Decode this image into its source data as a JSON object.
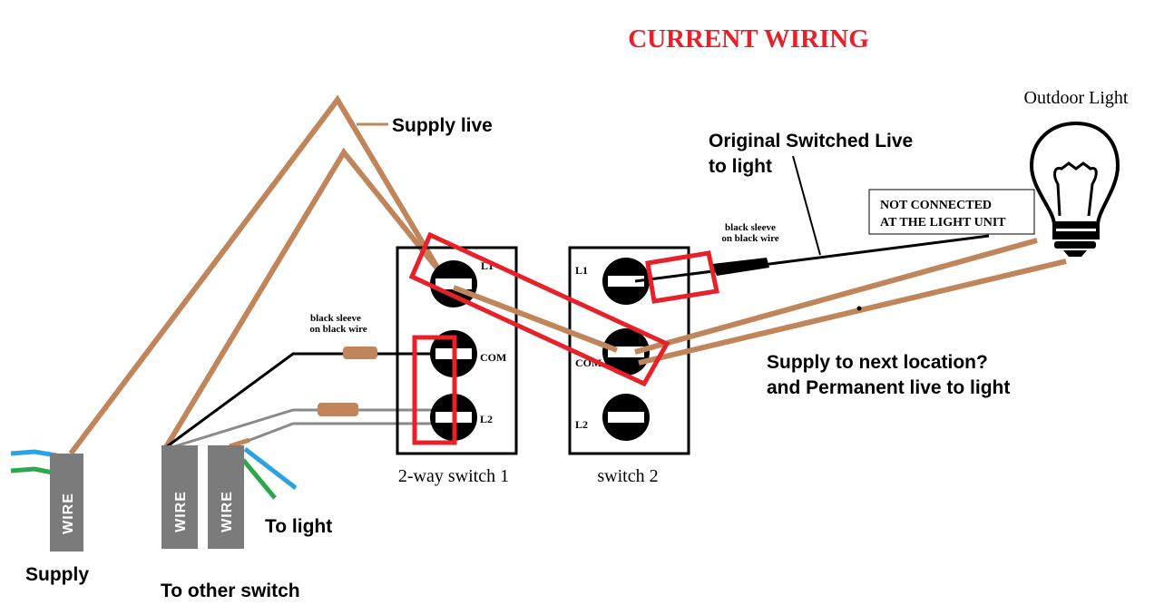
{
  "title": "CURRENT WIRING",
  "labels": {
    "supply_live": "Supply live",
    "original_switched": "Original Switched Live",
    "to_light_line": "to light",
    "outdoor_light": "Outdoor Light",
    "not_connected_1": "NOT CONNECTED",
    "not_connected_2": "AT THE LIGHT UNIT",
    "sleeve_left_1": "black sleeve",
    "sleeve_left_2": "on black wire",
    "sleeve_right_1": "black sleeve",
    "sleeve_right_2": "on black wire",
    "supply_next_1": "Supply to next location?",
    "supply_next_2": "and Permanent live to light",
    "supply": "Supply",
    "to_other_switch": "To other switch",
    "to_light": "To light",
    "switch1": "2-way switch 1",
    "switch2": "switch 2",
    "wire": "WIRE"
  },
  "terminals": {
    "s1_l1": "L1",
    "s1_com": "COM",
    "s1_l2": "L2",
    "s2_l1": "L1",
    "s2_com": "COM",
    "s2_l2": "L2"
  },
  "colors": {
    "brown": "#c0855a",
    "red": "#e8202a",
    "grey": "#8a8a8a",
    "blue": "#2aa3e0",
    "green": "#2aa84a",
    "black": "#000000"
  }
}
